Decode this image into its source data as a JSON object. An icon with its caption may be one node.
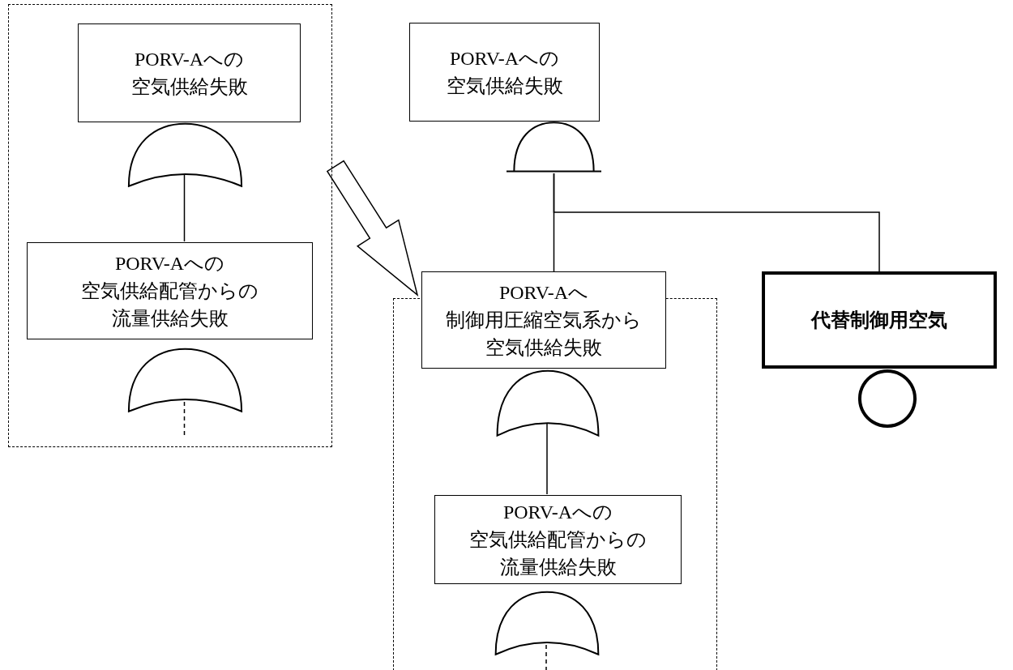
{
  "diagram": {
    "nodes": [
      {
        "text": [],
        "shape": "box"
      },
      {
        "text": [
          "PORV-Aへの空気供給失敗"
        ],
        "in": 0
      },
      {
        "text": [],
        "shape": "or-gate",
        "in": 0
      },
      {
        "text": [
          "PORV-Aへの空気供給配管からの流量供給失敗"
        ],
        "in": 0
      },
      {
        "text": [],
        "shape": "or-gate",
        "in": 0
      },
      {
        "text": [
          "PORV-Aへの空気供給失敗"
        ]
      },
      {
        "text": [],
        "shape": "and-gate"
      },
      {
        "text": [],
        "shape": "box"
      },
      {
        "text": [
          "PORV-Aへ制御用圧縮空気系から空気供給失敗"
        ]
      },
      {
        "text": [],
        "shape": "or-gate",
        "in": 7
      },
      {
        "text": [
          "PORV-Aへの空気供給配管からの流量供給失敗"
        ],
        "in": 7
      },
      {
        "text": [],
        "shape": "or-gate",
        "in": 7
      },
      {
        "text": [
          "代替制御用空気"
        ]
      },
      {
        "text": [],
        "shape": "circle"
      }
    ],
    "edges": [
      {
        "from": 2,
        "to": 3,
        "arrow": "none"
      },
      {
        "from": 4,
        "to": null,
        "arrow": "none",
        "style": "dashed"
      },
      {
        "from": 0,
        "to": 7,
        "arrow": "to"
      },
      {
        "from": 6,
        "to": 8,
        "arrow": "none"
      },
      {
        "from": 6,
        "to": 12,
        "arrow": "none"
      },
      {
        "from": 9,
        "to": 10,
        "arrow": "none"
      },
      {
        "from": 11,
        "to": null,
        "arrow": "none",
        "style": "dashed"
      }
    ]
  }
}
